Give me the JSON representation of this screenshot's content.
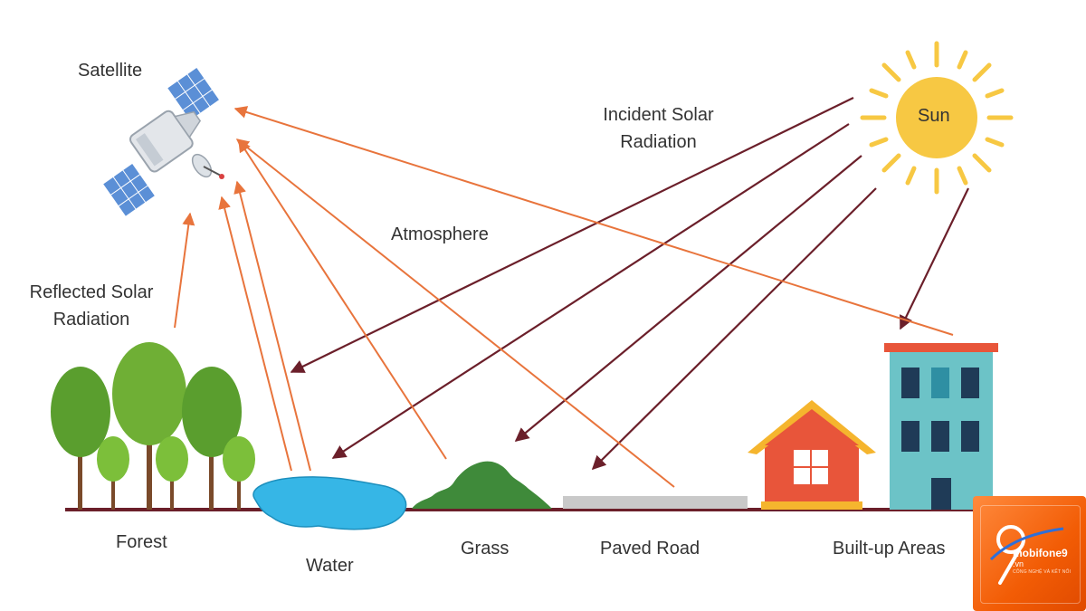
{
  "labels": {
    "satellite": "Satellite",
    "sun": "Sun",
    "incident_line1": "Incident Solar",
    "incident_line2": "Radiation",
    "atmosphere": "Atmosphere",
    "reflected_line1": "Reflected Solar",
    "reflected_line2": "Radiation",
    "forest": "Forest",
    "water": "Water",
    "grass": "Grass",
    "paved_road": "Paved Road",
    "built_up": "Built-up Areas"
  },
  "colors": {
    "incident_arrow": "#6b1f2a",
    "reflected_arrow": "#e8743c",
    "sun": "#f7c843",
    "ground": "#6b1f2a",
    "water": "#36b6e6",
    "tree_dark": "#5a9e2e",
    "tree_light": "#7cbf3a",
    "grass": "#3f8a3a",
    "road": "#c9c9c9",
    "house": "#e8553a",
    "roof": "#f5b52e",
    "building": "#6cc3c7"
  },
  "logo": {
    "brand": "mobifone9",
    "tld": ".vn",
    "tagline": "CÔNG NGHỆ VÀ KẾT NỐI"
  }
}
